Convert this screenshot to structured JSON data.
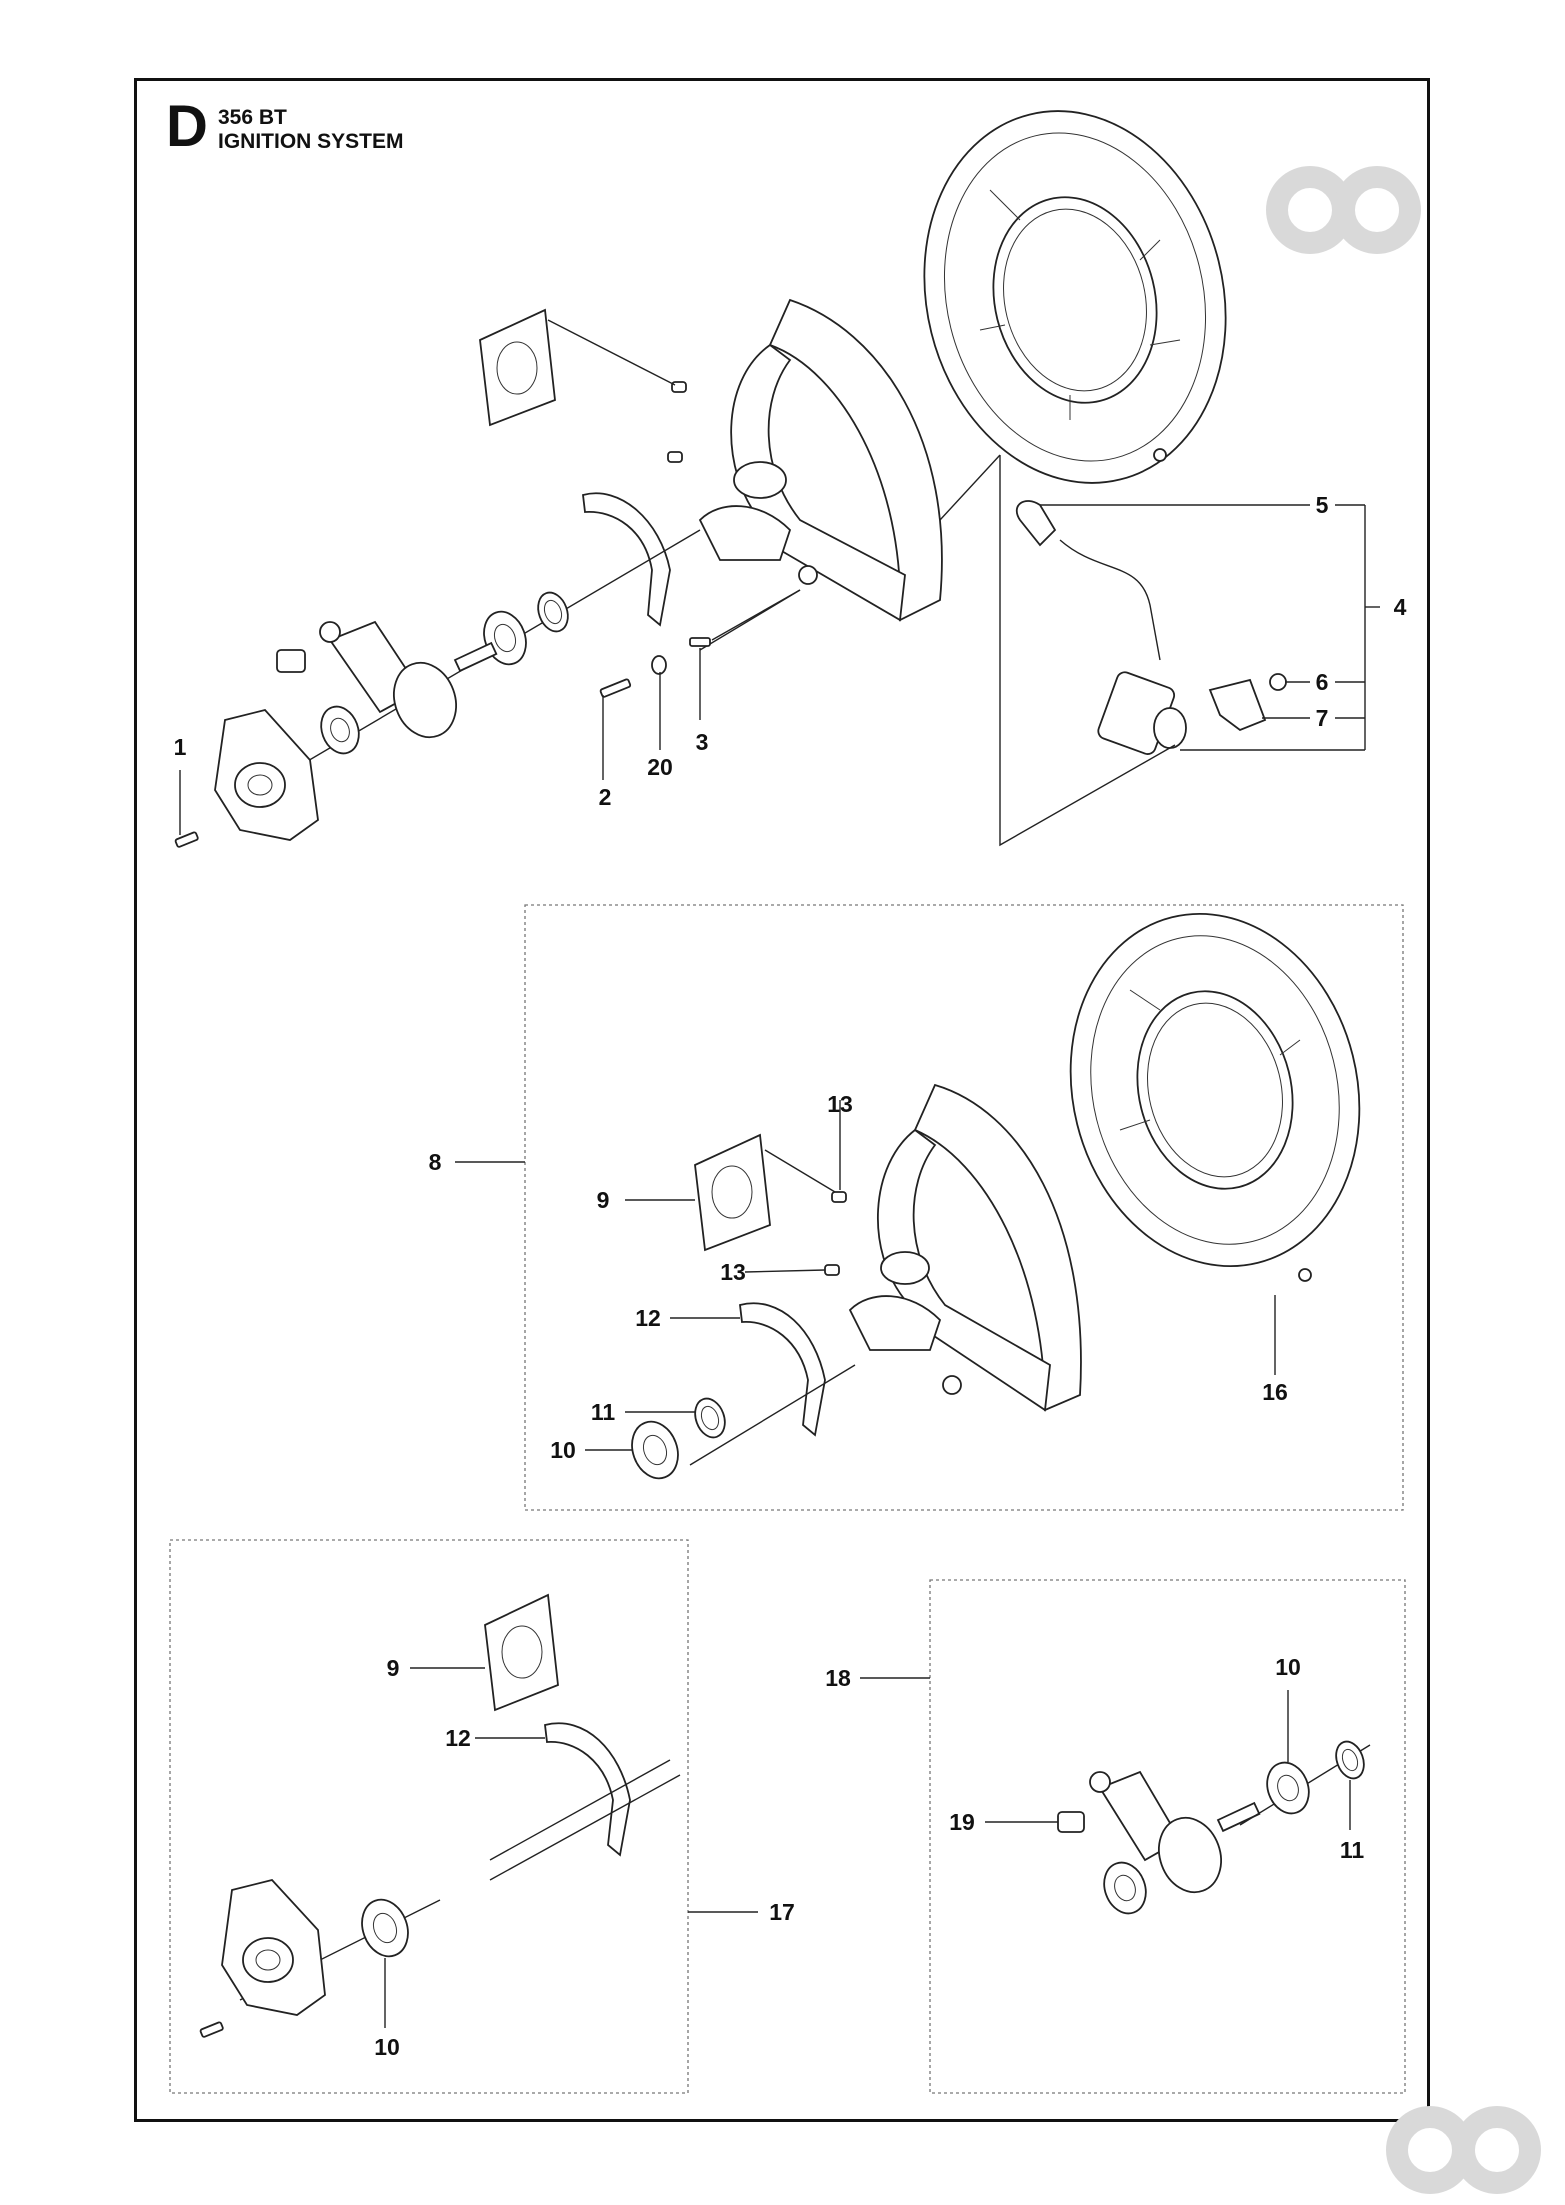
{
  "header": {
    "section_letter": "D",
    "model": "356 BT",
    "title": "IGNITION SYSTEM"
  },
  "colors": {
    "line": "#222222",
    "logo": "#d9d9d9",
    "background": "#ffffff"
  },
  "icons": [
    "brand-logo-icon"
  ],
  "callouts": {
    "c1": "1",
    "c2": "2",
    "c3": "3",
    "c4": "4",
    "c5": "5",
    "c6": "6",
    "c7": "7",
    "c20": "20",
    "c8": "8",
    "c9": "9",
    "c13a": "13",
    "c13b": "13",
    "c12": "12",
    "c11": "11",
    "c10": "10",
    "c16": "16",
    "c9b": "9",
    "c12b": "12",
    "c10b": "10",
    "c17": "17",
    "c18": "18",
    "c10c": "10",
    "c19": "19",
    "c11c": "11"
  }
}
